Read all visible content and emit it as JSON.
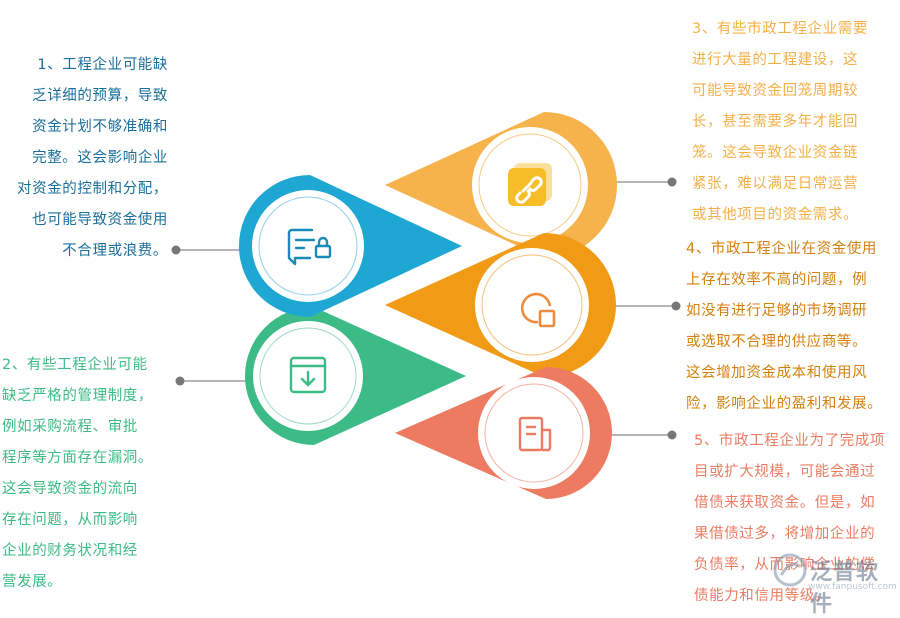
{
  "colors": {
    "blue": "#1ea7d3",
    "teal": "#3dbb86",
    "yellow": "#f6b24b",
    "orange": "#f09a16",
    "coral": "#ec7b62",
    "blue_text": "#1a6e9a",
    "teal_text": "#3dbb86",
    "yellow_text": "#f4b048",
    "orange_text": "#d4800e",
    "coral_text": "#ea7d63"
  },
  "items": [
    {
      "id": 1,
      "icon": "chat-lock-icon",
      "text": "1、工程企业可能缺\n乏详细的预算，导致\n资金计划不够准确和\n完整。这会影响企业\n对资金的控制和分配，\n也可能导致资金使用\n不合理或浪费。"
    },
    {
      "id": 2,
      "icon": "download-box-icon",
      "text": "2、有些工程企业可能\n缺乏严格的管理制度，\n例如采购流程、审批\n程序等方面存在漏洞。\n这会导致资金的流向\n存在问题，从而影响\n企业的财务状况和经\n营发展。"
    },
    {
      "id": 3,
      "icon": "link-icon",
      "text": "3、有些市政工程企业需要\n进行大量的工程建设，这\n可能导致资金回笼周期较\n长，甚至需要多年才能回\n笼。这会导致企业资金链\n紧张，难以满足日常运营\n或其他项目的资金需求。"
    },
    {
      "id": 4,
      "icon": "pie-chart-icon",
      "text": "4、市政工程企业在资金使用\n上存在效率不高的问题，例\n如没有进行足够的市场调研\n或选取不合理的供应商等。\n这会增加资金成本和使用风\n险，影响企业的盈利和发展。"
    },
    {
      "id": 5,
      "icon": "document-icon",
      "text": "5、市政工程企业为了完成项\n目或扩大规模，可能会通过\n借债来获取资金。但是，如\n果借债过多，将增加企业的\n负债率，从而影响企业的偿\n债能力和信用等级。"
    }
  ],
  "watermark": {
    "text": "泛普软件",
    "url": "www.fanpusoft.com"
  }
}
